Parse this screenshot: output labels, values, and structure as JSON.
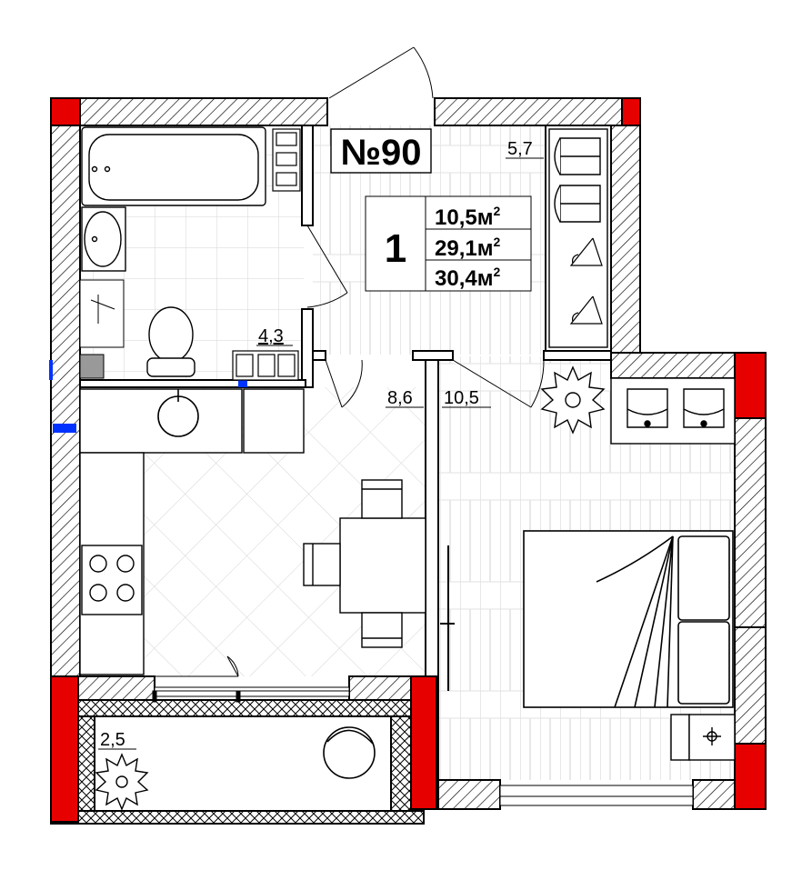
{
  "apartment": {
    "number": "№90",
    "rooms": "1",
    "areas": [
      {
        "value": "10,5",
        "unit": "м",
        "sup": "2"
      },
      {
        "value": "29,1",
        "unit": "м",
        "sup": "2"
      },
      {
        "value": "30,4",
        "unit": "м",
        "sup": "2"
      }
    ]
  },
  "room_areas": {
    "bathroom": "4,3",
    "hallway_storage": "5,7",
    "kitchen": "8,6",
    "bedroom": "10,5",
    "balcony": "2,5"
  },
  "colors": {
    "wall_hatch": "#000000",
    "column": "#e60000",
    "utility_mark": "#0033ff",
    "tile_lines": "#cfcfcf",
    "stove_grey": "#888888"
  },
  "icons": [
    "door-swing-icon",
    "wardrobe-icon",
    "hanger-icon",
    "plant-icon",
    "bed-icon",
    "table-icon",
    "chair-icon",
    "stove-icon",
    "sink-icon",
    "bathtub-icon",
    "toilet-icon",
    "washing-machine-icon",
    "nightstand-icon"
  ]
}
